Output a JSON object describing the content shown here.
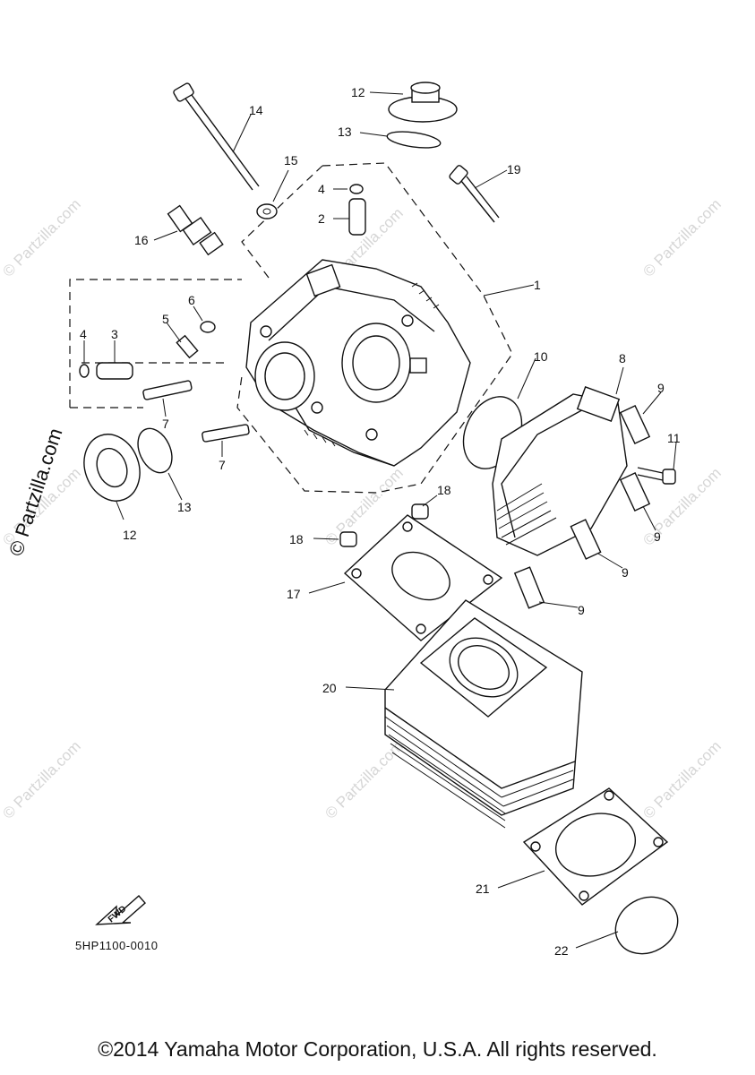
{
  "diagram": {
    "code": "5HP1100-0010",
    "copyright": "©2014 Yamaha Motor Corporation, U.S.A. All rights reserved.",
    "side_watermark": "© Partzilla.com",
    "watermark_text": "© Partzilla.com",
    "fwd_label": "FWD",
    "callouts": [
      "1",
      "2",
      "3",
      "4",
      "4",
      "5",
      "6",
      "7",
      "7",
      "8",
      "9",
      "9",
      "9",
      "9",
      "10",
      "11",
      "12",
      "12",
      "13",
      "13",
      "14",
      "15",
      "16",
      "17",
      "18",
      "18",
      "19",
      "20",
      "21",
      "22"
    ]
  }
}
